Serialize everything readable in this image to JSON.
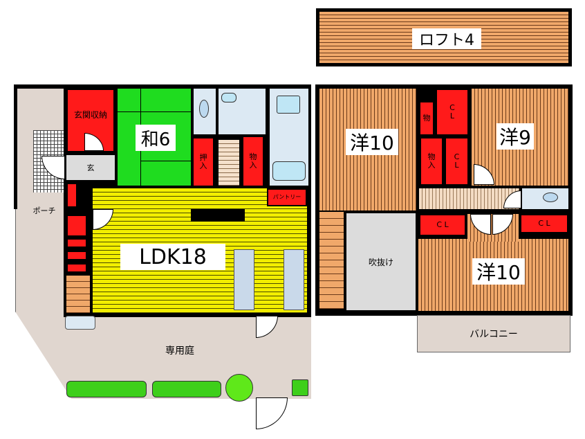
{
  "floor_plan": {
    "upper_floor": {
      "loft": {
        "label": "ロフト4"
      },
      "rooms": [
        {
          "id": "western-10-north",
          "label": "洋10"
        },
        {
          "id": "western-9",
          "label": "洋9"
        },
        {
          "id": "western-10-south",
          "label": "洋10"
        },
        {
          "id": "void",
          "label": "吹抜け"
        },
        {
          "id": "balcony",
          "label": "バルコニー"
        }
      ],
      "storage": [
        {
          "id": "storage-small",
          "label": "物"
        },
        {
          "id": "closet-1",
          "label": "C\nL"
        },
        {
          "id": "storage-in",
          "label": "物\n入"
        },
        {
          "id": "closet-2",
          "label": "C\nL"
        },
        {
          "id": "closet-3",
          "label": "C L"
        },
        {
          "id": "closet-4",
          "label": "C L"
        }
      ]
    },
    "ground_floor": {
      "rooms": [
        {
          "id": "japanese-6",
          "label": "和6"
        },
        {
          "id": "ldk-18",
          "label": "LDK18"
        },
        {
          "id": "entrance",
          "label": "玄"
        },
        {
          "id": "porch",
          "label": "ポーチ"
        },
        {
          "id": "private-garden",
          "label": "専用庭"
        }
      ],
      "storage": [
        {
          "id": "entrance-storage",
          "label": "玄関収納"
        },
        {
          "id": "oshiire",
          "label": "押\n入"
        },
        {
          "id": "mono-ire",
          "label": "物\n入"
        },
        {
          "id": "pantry",
          "label": "パントリー"
        }
      ]
    },
    "colors": {
      "wall": "#000000",
      "wood_floor": "#f0a86a",
      "ldk_floor": "#f2ee00",
      "tatami": "#1fdc1f",
      "storage": "#ff1a1a",
      "wet_area": "#dce9f3",
      "outdoor": "#e0d6cf",
      "void": "#dcdcdc",
      "plants": "#3ecf1a"
    }
  }
}
